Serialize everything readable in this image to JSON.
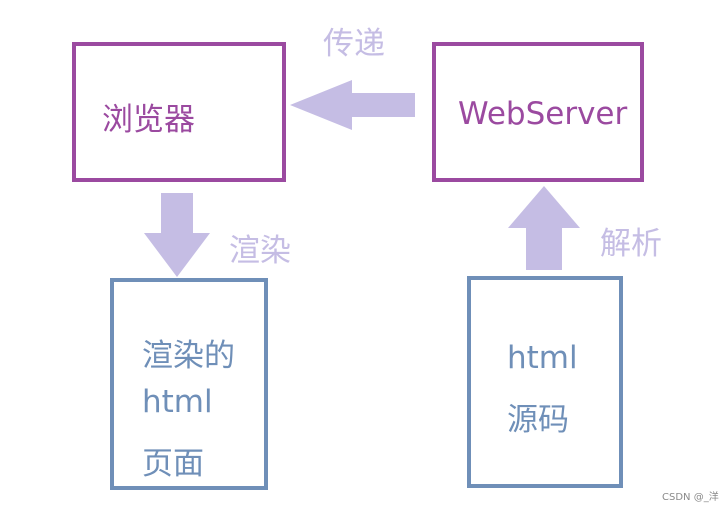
{
  "nodes": {
    "browser": "浏览器",
    "webserver": "WebServer",
    "rendered_page": [
      "渲染的",
      "html",
      "页面"
    ],
    "html_source": [
      "html",
      "源码"
    ]
  },
  "edges": {
    "transfer": "传递",
    "render": "渲染",
    "parse": "解析"
  },
  "watermark": "CSDN @_洋",
  "colors": {
    "purple": "#9b4aa0",
    "blue": "#6f8fb8",
    "arrow": "#c5bde4"
  }
}
